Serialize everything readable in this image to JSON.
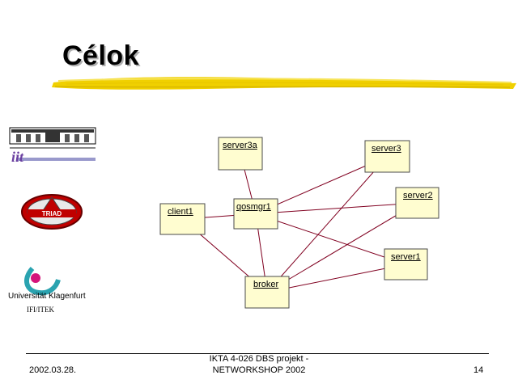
{
  "slide": {
    "title": "Célok",
    "accent_color": "#f0d000",
    "node_fill": "#fffdd0",
    "node_border": "#4a4a4a",
    "edge_color": "#800020"
  },
  "logos": {
    "uni_name": "Universität Klagenfurt",
    "ifi_label": "IFI/ITEK",
    "triad_label": "TRIAD",
    "iit_label": "iit"
  },
  "diagram": {
    "nodes": [
      {
        "id": "server3a",
        "label": "server3a"
      },
      {
        "id": "server3",
        "label": "server3"
      },
      {
        "id": "server2",
        "label": "server2"
      },
      {
        "id": "client1",
        "label": "client1"
      },
      {
        "id": "qosmgr1",
        "label": "qosmgr1"
      },
      {
        "id": "server1",
        "label": "server1"
      },
      {
        "id": "broker",
        "label": "broker"
      }
    ],
    "edges": [
      [
        "server3a",
        "qosmgr1"
      ],
      [
        "client1",
        "qosmgr1"
      ],
      [
        "client1",
        "broker"
      ],
      [
        "qosmgr1",
        "server3"
      ],
      [
        "qosmgr1",
        "server2"
      ],
      [
        "qosmgr1",
        "server1"
      ],
      [
        "qosmgr1",
        "broker"
      ],
      [
        "server3",
        "broker"
      ],
      [
        "server2",
        "broker"
      ],
      [
        "server1",
        "broker"
      ]
    ]
  },
  "footer": {
    "date": "2002.03.28.",
    "line1": "IKTA 4-026  DBS projekt -",
    "line2": "NETWORKSHOP 2002",
    "page": "14"
  }
}
